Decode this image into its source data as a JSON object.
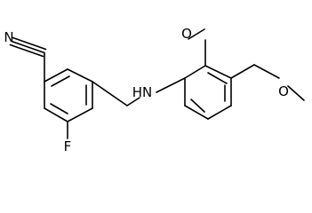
{
  "molecule": {
    "name": "",
    "atoms": {
      "nitrile_n": "N",
      "amine": "HN",
      "fluorine": "F",
      "methoxy_top": "O",
      "methoxy_right": "O"
    }
  }
}
